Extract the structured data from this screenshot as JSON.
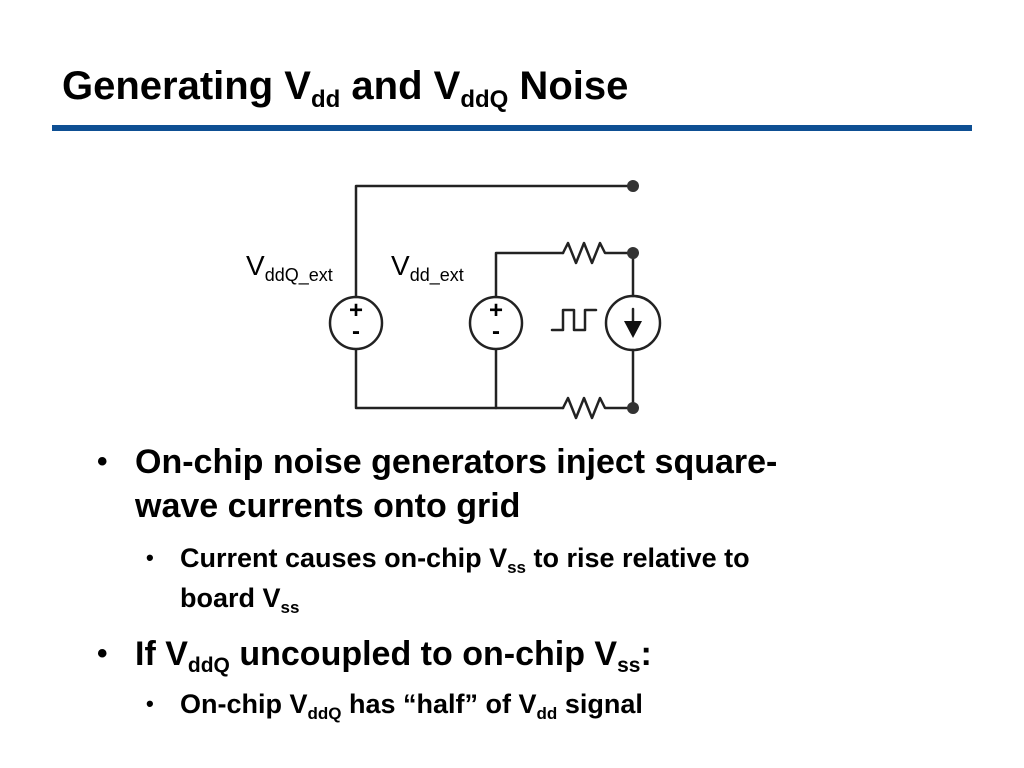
{
  "slide": {
    "title": {
      "part1": "Generating V",
      "sub1": "dd",
      "part2": " and V",
      "sub2": "ddQ",
      "part3": " Noise"
    },
    "accent_color": "#0e4f93"
  },
  "diagram": {
    "label_vddq_ext": {
      "main": "V",
      "sub": "ddQ_ext"
    },
    "label_vdd_ext": {
      "main": "V",
      "sub": "dd_ext"
    },
    "plus": "+",
    "minus": "-",
    "icons": [
      "voltage-source-icon",
      "resistor-icon",
      "current-source-icon",
      "square-wave-icon",
      "terminal-dot-icon"
    ]
  },
  "bullets": {
    "marker": "•",
    "b1": {
      "line1": "On-chip noise generators inject square-",
      "line2": "wave currents onto grid"
    },
    "b1_sub": {
      "t1": "Current causes on-chip V",
      "s1": "ss",
      "t2": " to rise relative to",
      "t3": "board V",
      "s2": "ss"
    },
    "b2": {
      "t1": "If V",
      "s1": "ddQ",
      "t2": " uncoupled to on-chip V",
      "s2": "ss",
      "t3": ":"
    },
    "b2_sub": {
      "t1": "On-chip V",
      "s1": "ddQ",
      "t2": " has “half” of V",
      "s2": "dd",
      "t3": " signal"
    }
  }
}
